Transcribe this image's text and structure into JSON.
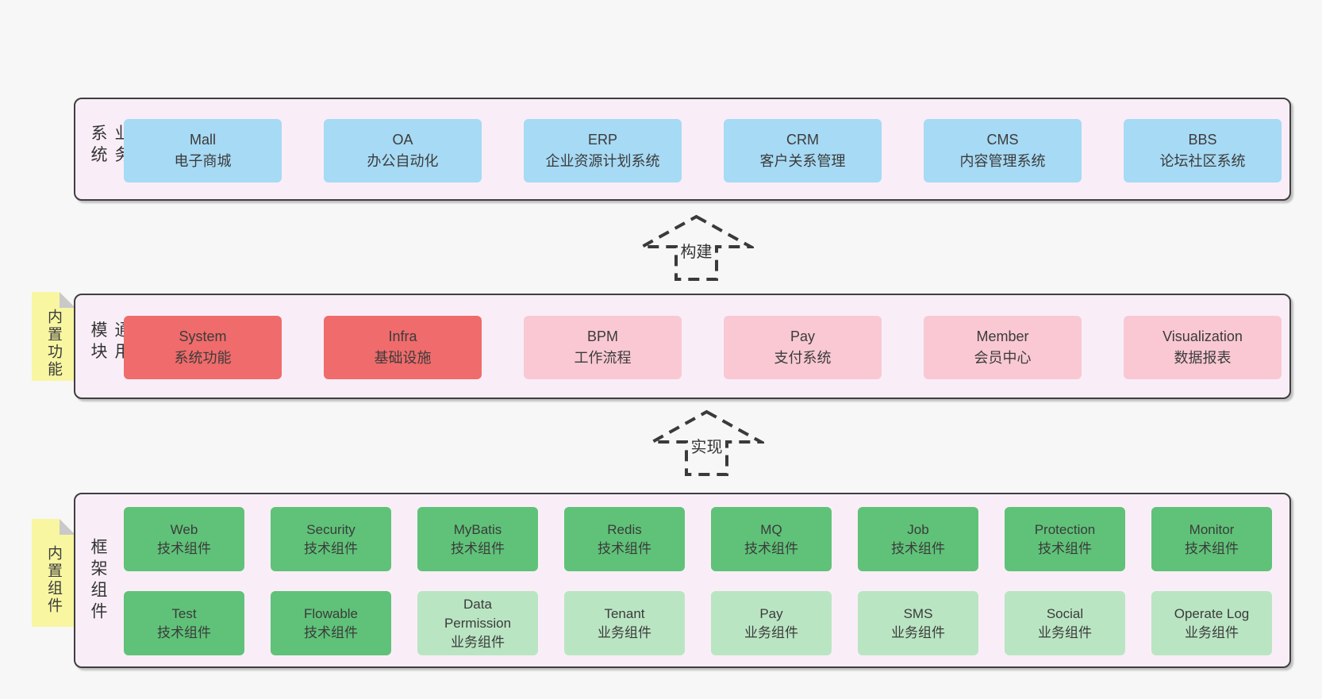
{
  "colors": {
    "page_bg": "#f7f7f7",
    "panel_bg": "#f9eef7",
    "panel_border": "#3f3f3f",
    "blue_box": "#a7daf4",
    "red_box": "#f06b6b",
    "pink_box": "#f9c8d3",
    "green_box": "#5fc278",
    "light_green_box": "#bae5c3",
    "sticky_bg": "#f9f6a2",
    "sticky_fold": "#c9c9c9",
    "text": "#3b3b3b"
  },
  "layers": {
    "business": {
      "side_label": "业务系统",
      "boxes": [
        {
          "name": "Mall",
          "desc": "电子商城"
        },
        {
          "name": "OA",
          "desc": "办公自动化"
        },
        {
          "name": "ERP",
          "desc": "企业资源计划系统"
        },
        {
          "name": "CRM",
          "desc": "客户关系管理"
        },
        {
          "name": "CMS",
          "desc": "内容管理系统"
        },
        {
          "name": "BBS",
          "desc": "论坛社区系统"
        }
      ]
    },
    "modules": {
      "side_label": "通用模块",
      "sticky_note": "内置功能",
      "boxes": [
        {
          "name": "System",
          "desc": "系统功能",
          "variant": "red"
        },
        {
          "name": "Infra",
          "desc": "基础设施",
          "variant": "red"
        },
        {
          "name": "BPM",
          "desc": "工作流程",
          "variant": "pink"
        },
        {
          "name": "Pay",
          "desc": "支付系统",
          "variant": "pink"
        },
        {
          "name": "Member",
          "desc": "会员中心",
          "variant": "pink"
        },
        {
          "name": "Visualization",
          "desc": "数据报表",
          "variant": "pink"
        }
      ]
    },
    "components": {
      "side_label": "框架组件",
      "sticky_note": "内置组件",
      "row1": [
        {
          "name": "Web",
          "desc": "技术组件",
          "variant": "green"
        },
        {
          "name": "Security",
          "desc": "技术组件",
          "variant": "green"
        },
        {
          "name": "MyBatis",
          "desc": "技术组件",
          "variant": "green"
        },
        {
          "name": "Redis",
          "desc": "技术组件",
          "variant": "green"
        },
        {
          "name": "MQ",
          "desc": "技术组件",
          "variant": "green"
        },
        {
          "name": "Job",
          "desc": "技术组件",
          "variant": "green"
        },
        {
          "name": "Protection",
          "desc": "技术组件",
          "variant": "green"
        },
        {
          "name": "Monitor",
          "desc": "技术组件",
          "variant": "green"
        }
      ],
      "row2": [
        {
          "name": "Test",
          "desc": "技术组件",
          "variant": "green"
        },
        {
          "name": "Flowable",
          "desc": "技术组件",
          "variant": "green"
        },
        {
          "name": "Data Permission",
          "desc": "业务组件",
          "variant": "lightgreen"
        },
        {
          "name": "Tenant",
          "desc": "业务组件",
          "variant": "lightgreen"
        },
        {
          "name": "Pay",
          "desc": "业务组件",
          "variant": "lightgreen"
        },
        {
          "name": "SMS",
          "desc": "业务组件",
          "variant": "lightgreen"
        },
        {
          "name": "Social",
          "desc": "业务组件",
          "variant": "lightgreen"
        },
        {
          "name": "Operate Log",
          "desc": "业务组件",
          "variant": "lightgreen"
        }
      ]
    }
  },
  "arrows": {
    "build": {
      "label": "构建"
    },
    "implement": {
      "label": "实现"
    }
  }
}
